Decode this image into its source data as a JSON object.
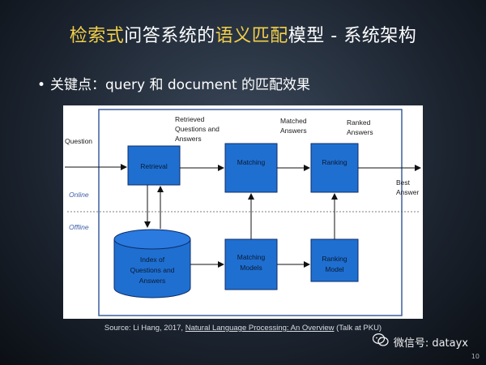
{
  "slide": {
    "title_part1": "检索式",
    "title_part2": "问答系统的",
    "title_part3": "语义匹配",
    "title_part4": "模型 - 系统架构",
    "bullet": "关键点：query 和 document 的匹配效果",
    "caption_prefix": "Source: Li Hang, 2017, ",
    "caption_link": "Natural Language Processing: An Overview",
    "caption_suffix": " (Talk at PKU)",
    "wechat_label": "微信号: datayx",
    "page_number": "10"
  },
  "diagram": {
    "labels": {
      "question": "Question",
      "retrieved_1": "Retrieved",
      "retrieved_2": "Questions and",
      "retrieved_3": "Answers",
      "matched_1": "Matched",
      "matched_2": "Answers",
      "ranked_1": "Ranked",
      "ranked_2": "Answers",
      "best_1": "Best",
      "best_2": "Answer",
      "online": "Online",
      "offline": "Offline"
    },
    "boxes": {
      "retrieval": "Retrieval",
      "matching": "Matching",
      "ranking": "Ranking",
      "matching_models_1": "Matching",
      "matching_models_2": "Models",
      "ranking_model_1": "Ranking",
      "ranking_model_2": "Model"
    },
    "index": {
      "line1": "Index of",
      "line2": "Questions and",
      "line3": "Answers"
    },
    "colors": {
      "box_fill": "#1f6fd1",
      "box_stroke": "#0d2c66",
      "frame": "#3d5f9a"
    }
  }
}
